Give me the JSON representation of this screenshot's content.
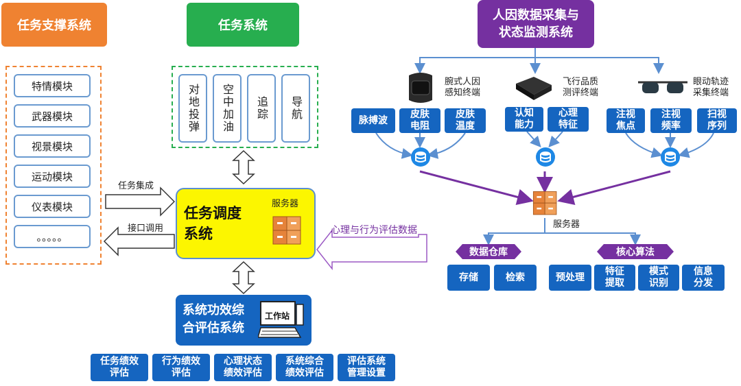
{
  "left": {
    "title": "任务支撑系统",
    "modules": [
      "特情模块",
      "武器模块",
      "视景模块",
      "运动模块",
      "仪表模块",
      "。。。。。"
    ]
  },
  "mission": {
    "title": "任务系统",
    "tasks": [
      "对地投弹",
      "空中加油",
      "追踪",
      "导航"
    ]
  },
  "arrows": {
    "mission_integration": "任务集成",
    "interface_call": "接口调用",
    "psych_data": "心理与行为评估数据"
  },
  "scheduler": {
    "label": "任务调度\n系统",
    "server": "服务器"
  },
  "evaluation": {
    "label": "系统功效综\n合评估系统",
    "workstation": "工作站",
    "items": [
      "任务绩效\n评估",
      "行为绩效\n评估",
      "心理状态\n绩效评估",
      "系统综合\n绩效评估",
      "评估系统\n管理设置"
    ]
  },
  "human": {
    "title": "人因数据采集与\n状态监测系统",
    "devices": [
      "腕式人因\n感知终端",
      "飞行品质\n测评终端",
      "眼动轨迹\n采集终端"
    ],
    "sensors_a": [
      "脉搏波",
      "皮肤\n电阻",
      "皮肤\n温度"
    ],
    "sensors_b": [
      "认知\n能力",
      "心理\n特征"
    ],
    "sensors_c": [
      "注视\n焦点",
      "注视\n频率",
      "扫视\n序列"
    ],
    "server": "服务器",
    "warehouse": {
      "title": "数据仓库",
      "items": [
        "存储",
        "检索"
      ]
    },
    "algorithm": {
      "title": "核心算法",
      "items": [
        "预处理",
        "特征\n提取",
        "模式\n识别",
        "信息\n分发"
      ]
    }
  },
  "colors": {
    "orange": "#ef8231",
    "green": "#27ae4f",
    "purple": "#7530a0",
    "blue": "#1565c0",
    "yellow": "#fcf600"
  }
}
